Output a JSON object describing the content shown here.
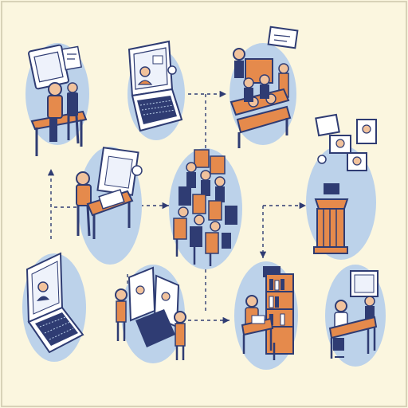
{
  "palette": {
    "background": "#fbf6df",
    "blob": "#bcd2ea",
    "navy": "#2f3c73",
    "orange": "#e58a4c",
    "skin": "#f1c29c",
    "screen": "#eef2fb",
    "white": "#ffffff"
  },
  "scenes": [
    {
      "name": "home-study-desk-scene",
      "icon": "desk-worker-icon"
    },
    {
      "name": "video-call-laptop-scene",
      "icon": "laptop-video-icon"
    },
    {
      "name": "classroom-lecture-scene",
      "icon": "classroom-icon"
    },
    {
      "name": "presenter-desk-scene",
      "icon": "presenter-desk-icon"
    },
    {
      "name": "seated-audience-scene",
      "icon": "audience-icon"
    },
    {
      "name": "online-conference-podium-scene",
      "icon": "podium-icon"
    },
    {
      "name": "laptop-scene",
      "icon": "laptop-icon"
    },
    {
      "name": "monitor-presenters-scene",
      "icon": "monitor-presenters-icon"
    },
    {
      "name": "library-bookshelf-scene",
      "icon": "bookshelf-icon"
    },
    {
      "name": "computer-workstation-scene",
      "icon": "workstation-icon"
    }
  ]
}
